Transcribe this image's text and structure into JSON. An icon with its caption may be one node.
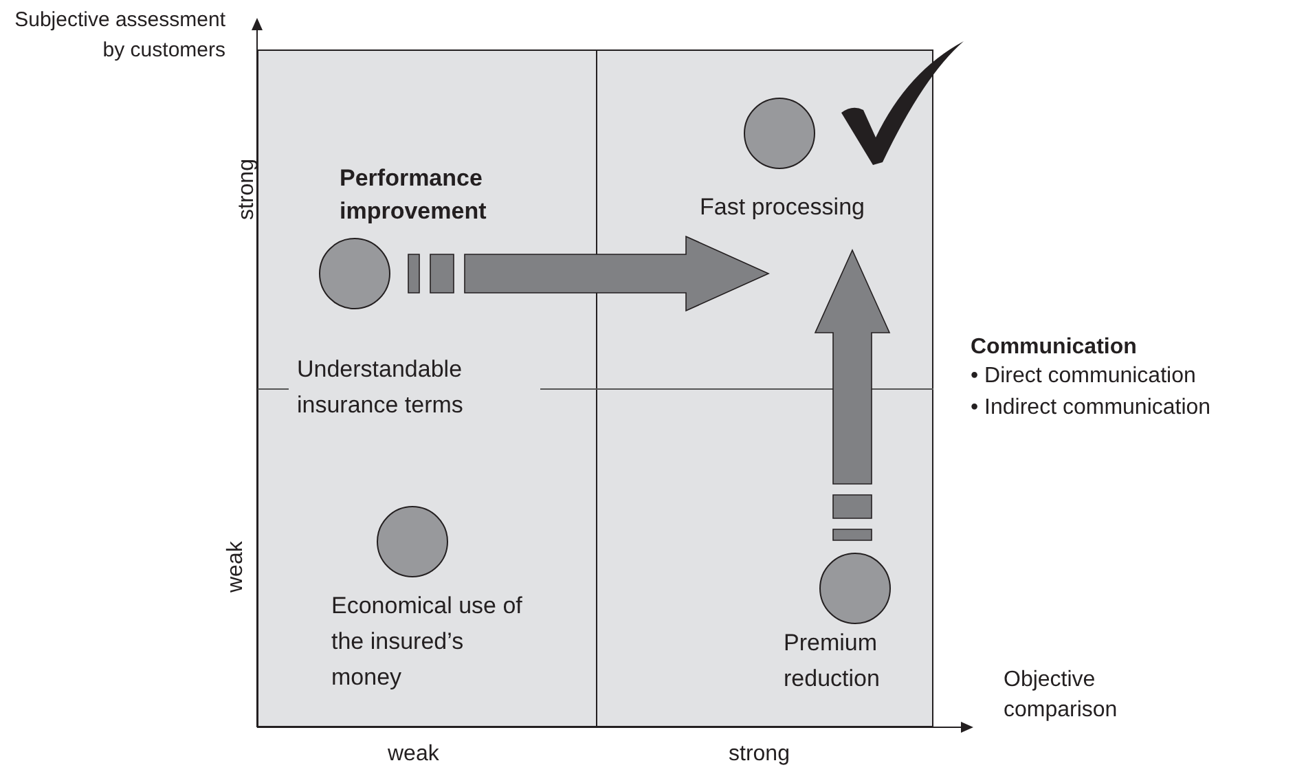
{
  "diagram": {
    "nodes": [
      {
        "text": [
          "Understandable insurance terms"
        ]
      },
      {
        "text": [
          "Fast processing"
        ]
      },
      {
        "text": [
          "Premium reduction"
        ]
      },
      {
        "text": [
          "Economical use of the insured’s money"
        ]
      }
    ],
    "edges": [
      {
        "from": 0,
        "to": 1,
        "arrow": "to",
        "style": "thick"
      },
      {
        "from": 2,
        "to": 1,
        "arrow": "to",
        "style": "thick"
      }
    ],
    "labels": [
      "Subjective assessment by customers",
      "strong",
      "weak",
      "Performance improvement",
      "Communication",
      "• Direct communication",
      "• Indirect communication",
      "Objective comparison",
      "weak",
      "strong"
    ]
  }
}
